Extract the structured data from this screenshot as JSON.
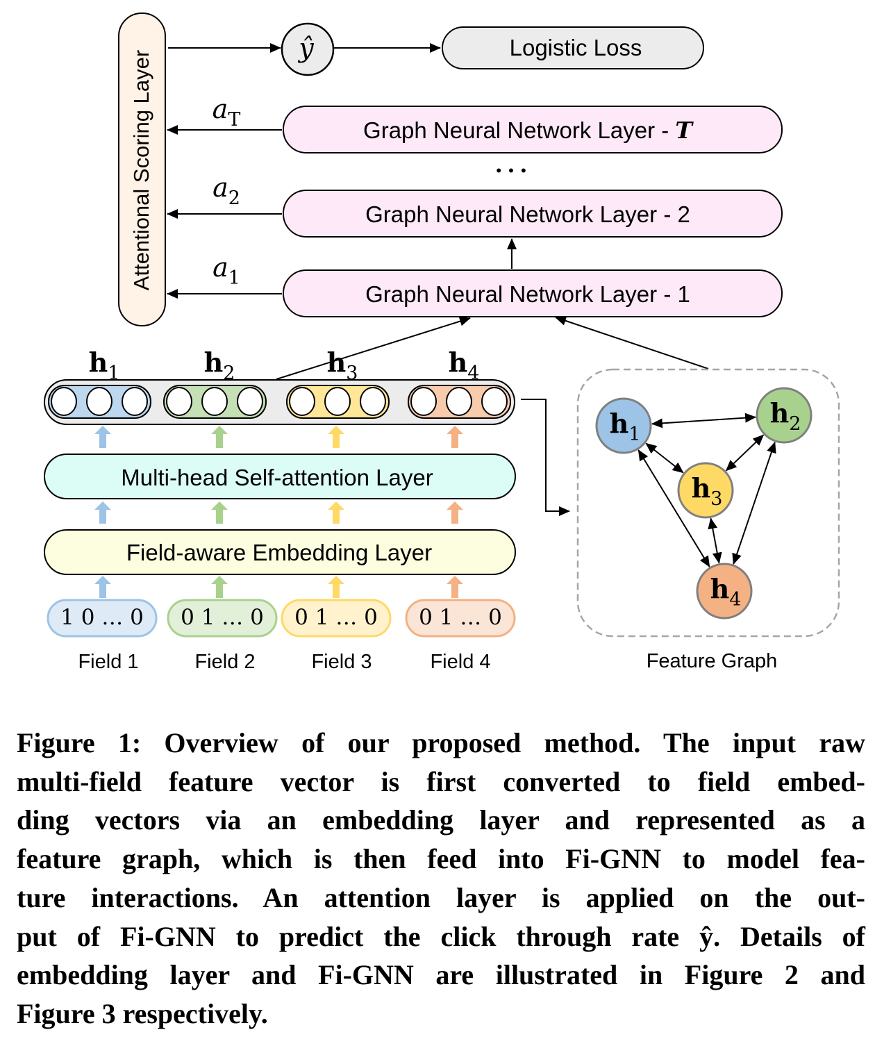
{
  "output": {
    "prediction_symbol": "ŷ",
    "loss_label": "Logistic Loss"
  },
  "attention_layer": {
    "label": "Attentional Scoring Layer",
    "weights": [
      {
        "base": "a",
        "sub": "T"
      },
      {
        "base": "a",
        "sub": "2"
      },
      {
        "base": "a",
        "sub": "1"
      }
    ]
  },
  "gnn_layers": [
    {
      "label": "Graph Neural Network Layer - ",
      "index": "T",
      "index_italic": true
    },
    {
      "label": "Graph Neural Network Layer - ",
      "index": "2",
      "index_italic": false
    },
    {
      "label": "Graph Neural Network Layer - ",
      "index": "1",
      "index_italic": false
    }
  ],
  "gnn_ellipsis": "• • •",
  "embeddings": [
    {
      "base": "h",
      "sub": "1",
      "color": "#9dc3e6",
      "fill": "#bdd7ee"
    },
    {
      "base": "h",
      "sub": "2",
      "color": "#a9d18e",
      "fill": "#c5e0b4"
    },
    {
      "base": "h",
      "sub": "3",
      "color": "#ffd966",
      "fill": "#ffe699"
    },
    {
      "base": "h",
      "sub": "4",
      "color": "#f4b183",
      "fill": "#f8cbad"
    }
  ],
  "layers": {
    "self_attention": "Multi-head Self-attention Layer",
    "embedding": "Field-aware Embedding Layer"
  },
  "fields": [
    {
      "vector": "1  0 … 0",
      "label": "Field 1",
      "border": "#9dc3e6",
      "fill": "#deebf7"
    },
    {
      "vector": "0  1 … 0",
      "label": "Field 2",
      "border": "#a9d18e",
      "fill": "#e2f0d9"
    },
    {
      "vector": "0  1 … 0",
      "label": "Field 3",
      "border": "#ffd966",
      "fill": "#fff2cc"
    },
    {
      "vector": "0  1 … 0",
      "label": "Field 4",
      "border": "#f4b183",
      "fill": "#fbe5d6"
    }
  ],
  "feature_graph": {
    "label": "Feature Graph",
    "nodes": [
      {
        "id": "h1",
        "base": "h",
        "sub": "1",
        "fill": "#9dc3e6"
      },
      {
        "id": "h2",
        "base": "h",
        "sub": "2",
        "fill": "#a9d18e"
      },
      {
        "id": "h3",
        "base": "h",
        "sub": "3",
        "fill": "#ffd966"
      },
      {
        "id": "h4",
        "base": "h",
        "sub": "4",
        "fill": "#f4b183"
      }
    ],
    "edges": [
      [
        "h1",
        "h2"
      ],
      [
        "h1",
        "h3"
      ],
      [
        "h2",
        "h3"
      ],
      [
        "h1",
        "h4"
      ],
      [
        "h2",
        "h4"
      ],
      [
        "h3",
        "h4"
      ]
    ]
  },
  "colors": {
    "attention_fill": "#fff2e6",
    "gnn_fill": "#fde9f7",
    "output_fill": "#ececec",
    "self_attention_fill": "#dcfcf6",
    "embedding_fill": "#fdfde0",
    "graph_border": "#a6a6a6"
  },
  "caption": {
    "lines": [
      "Figure 1: Overview of our proposed method. The input raw",
      "multi-field feature vector is first converted to field embed-",
      "ding vectors via an embedding layer and represented as a",
      "feature graph, which is then feed into Fi-GNN to model fea-",
      "ture interactions. An attention layer is applied on the out-",
      "put of Fi-GNN to predict the click through rate ŷ. Details of",
      "embedding layer and Fi-GNN are illustrated in Figure 2 and",
      "Figure 3 respectively."
    ]
  }
}
